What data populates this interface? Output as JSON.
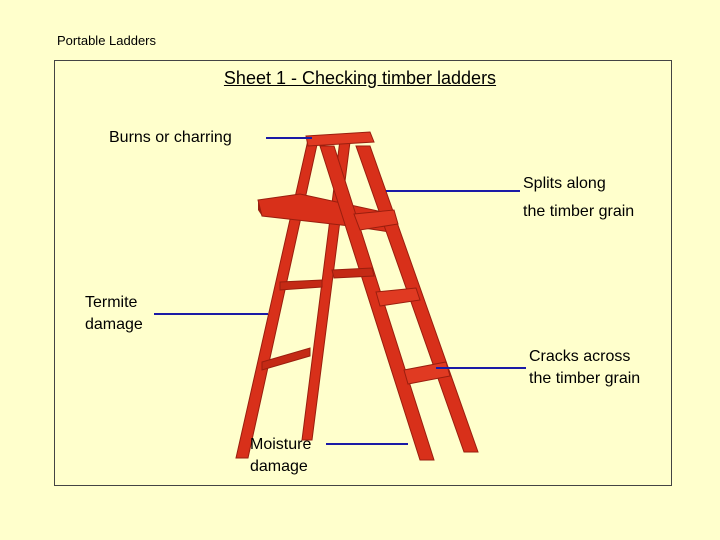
{
  "header": {
    "text": "Portable Ladders"
  },
  "title": "Sheet 1 - Checking timber ladders",
  "labels": {
    "burns": "Burns or charring",
    "splits_line1": "Splits along",
    "splits_line2": "the timber grain",
    "termite_line1": "Termite",
    "termite_line2": "damage",
    "cracks_line1": "Cracks across",
    "cracks_line2": "the timber grain",
    "moisture_line1": "Moisture",
    "moisture_line2": "damage"
  },
  "colors": {
    "background": "#ffffcc",
    "ladder": "#d8301a",
    "ladder_dark": "#9a1e0e",
    "leader": "#1a1aa6"
  }
}
